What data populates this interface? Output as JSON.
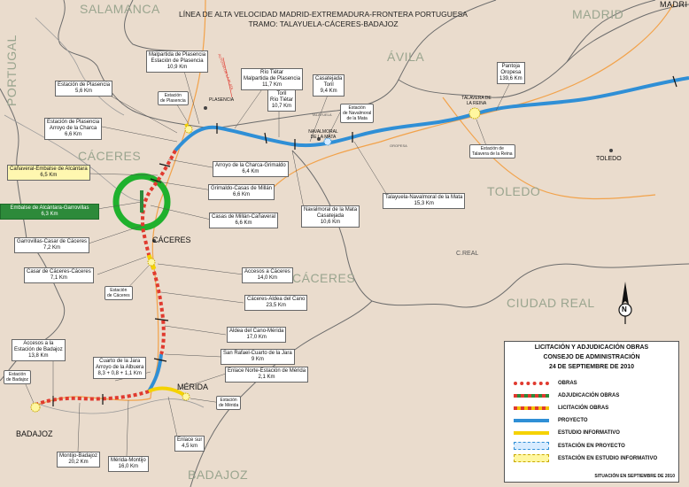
{
  "title": {
    "line1": "LÍNEA DE ALTA VELOCIDAD MADRID-EXTREMADURA-FRONTERA PORTUGUESA",
    "line2": "TRAMO: TALAYUELA-CÁCERES-BADAJOZ"
  },
  "regions": {
    "salamanca": "SALAMANCA",
    "madrid": "MADRID",
    "portugal": "PORTUGAL",
    "avila": "ÁVILA",
    "caceres_prov": "CÁCERES",
    "caceres_prov2": "CÁCERES",
    "toledo": "TOLEDO",
    "ciudad_real": "CIUDAD REAL",
    "badajoz_prov": "BADAJOZ",
    "madrid_city": "MADRI"
  },
  "cities": {
    "plasencia": "PLASENCIA",
    "navalmoral": "NAVALMORAL DE LA MATA",
    "talavera": "TALAVERA DE LA REINA",
    "toledo": "TOLEDO",
    "caceres": "CÁCERES",
    "merida": "MÉRIDA",
    "badajoz": "BADAJOZ",
    "creal": "C.REAL",
    "talayuela": "TALAYUELA",
    "oropesa": "OROPESA"
  },
  "road_label": "AUTOVÍA DE LA PLATA",
  "sections": [
    {
      "id": "malpartida-plasencia",
      "lines": [
        "Malpartida de Plasencia",
        "Estación de Plasencia",
        "10,9 Km"
      ]
    },
    {
      "id": "rio-tietar-malpartida",
      "lines": [
        "Río Tiétar",
        "Malpartida de Plasencia",
        "11,7 Km"
      ]
    },
    {
      "id": "casatejada-toril",
      "lines": [
        "Casatejada",
        "Toril",
        "9,4 Km"
      ]
    },
    {
      "id": "toril-rio-tietar",
      "lines": [
        "Toril",
        "Río Tiétar",
        "10,7 Km"
      ]
    },
    {
      "id": "pantoja-oropesa",
      "lines": [
        "Pantoja",
        "Oropesa",
        "139,6 Km"
      ]
    },
    {
      "id": "estacion-plasencia-56",
      "lines": [
        "Estación de Plasencia",
        "5,6 Km"
      ]
    },
    {
      "id": "estacion-plasencia-arroyo",
      "lines": [
        "Estación de Plasencia",
        "Arroyo de la Charca",
        "6,6 Km"
      ]
    },
    {
      "id": "canaveral-embalse",
      "lines": [
        "Cañaveral-Embalse de Alcántara",
        "6,5 Km"
      ]
    },
    {
      "id": "embalse-garrovillas",
      "lines": [
        "Embalse de Alcántara-Garrovillas",
        "6,3 Km"
      ]
    },
    {
      "id": "garrovillas-casar",
      "lines": [
        "Garrovillas-Casar de Cáceres",
        "7,2 Km"
      ]
    },
    {
      "id": "casar-caceres",
      "lines": [
        "Casar de Cáceres-Cáceres",
        "7,1 Km"
      ]
    },
    {
      "id": "arroyo-grimaldo",
      "lines": [
        "Arroyo de la Charca-Grimaldo",
        "6,4 Km"
      ]
    },
    {
      "id": "grimaldo-casas",
      "lines": [
        "Grimaldo-Casas de Millán",
        "6,6 Km"
      ]
    },
    {
      "id": "casas-canaveral",
      "lines": [
        "Casas de Millán-Cañaveral",
        "6,6 Km"
      ]
    },
    {
      "id": "navalmoral-casatejada",
      "lines": [
        "Navalmoral de la Mata",
        "Casatejada",
        "10,6 Km"
      ]
    },
    {
      "id": "talayuela-navalmoral",
      "lines": [
        "Talayuela-Navalmoral de la Mata",
        "15,3 Km"
      ]
    },
    {
      "id": "accesos-caceres",
      "lines": [
        "Accesos a Cáceres",
        "14,0 Km"
      ]
    },
    {
      "id": "caceres-aldea",
      "lines": [
        "Cáceres-Aldea del Cano",
        "23,5 Km"
      ]
    },
    {
      "id": "aldea-merida",
      "lines": [
        "Aldea del Cano-Mérida",
        "17,0 Km"
      ]
    },
    {
      "id": "sanrafael-cuarto",
      "lines": [
        "San Rafael-Cuarto de la Jara",
        "9 Km"
      ]
    },
    {
      "id": "enlace-norte",
      "lines": [
        "Enlace Norte-Estación de Mérida",
        "2,1 Km"
      ]
    },
    {
      "id": "accesos-badajoz",
      "lines": [
        "Accesos a la",
        "Estación de Badajoz",
        "13,8 Km"
      ]
    },
    {
      "id": "cuarto-jara",
      "lines": [
        "Cuarto de la Jara",
        "Arroyo de la Albuera",
        "8,3 + 0,8 + 1,1 Km"
      ]
    },
    {
      "id": "montijo-badajoz",
      "lines": [
        "Montijo-Badajoz",
        "20,2 Km"
      ]
    },
    {
      "id": "merida-montijo",
      "lines": [
        "Mérida-Montijo",
        "16,0 Km"
      ]
    },
    {
      "id": "enlace-sur",
      "lines": [
        "Enlace sur",
        "4,5 km"
      ]
    }
  ],
  "stations": {
    "plasencia": [
      "Estación",
      "de Plasencia"
    ],
    "navalmoral": [
      "Estación",
      "de Navalmoral",
      "de la Mata"
    ],
    "talavera": [
      "Estación de",
      "Talavera de la Reina"
    ],
    "caceres": [
      "Estación",
      "de Cáceres"
    ],
    "badajoz": [
      "Estación",
      "de Badajoz"
    ],
    "merida": [
      "Estación",
      "de Mérida"
    ]
  },
  "legend": {
    "header": [
      "LICITACIÓN  Y ADJUDICACIÓN OBRAS",
      "CONSEJO DE ADMINISTRACIÓN",
      "24 DE SEPTIEMBRE DE 2010"
    ],
    "items": [
      {
        "label": "OBRAS",
        "color": "#e03a2f"
      },
      {
        "label": "ADJUDICACIÓN OBRAS",
        "color": "#e03a2f"
      },
      {
        "label": "LICITACIÓN OBRAS",
        "color": "#f2c200"
      },
      {
        "label": "PROYECTO",
        "color": "#2f8fd6"
      },
      {
        "label": "ESTUDIO INFORMATIVO",
        "color": "#f5d200"
      },
      {
        "label": "ESTACIÓN EN PROYECTO",
        "color": "#2f8fd6"
      },
      {
        "label": "ESTACIÓN EN ESTUDIO INFORMATIVO",
        "color": "#f5d200"
      }
    ],
    "footer": "SITUACIÓN EN SEPTIEMBRE DE 2010"
  },
  "compass_letter": "N"
}
